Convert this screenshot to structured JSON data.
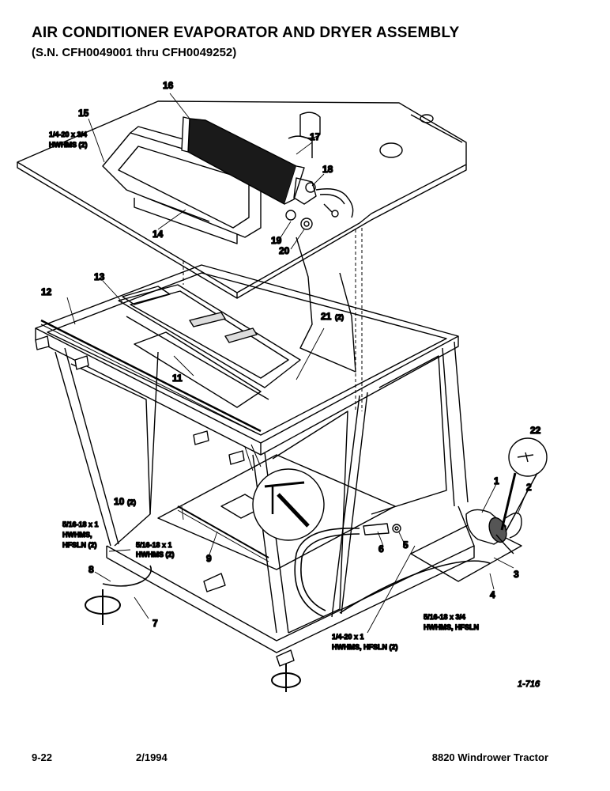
{
  "header": {
    "title": "AIR CONDITIONER EVAPORATOR AND DRYER ASSEMBLY",
    "subtitle": "(S.N. CFH0049001 thru CFH0049252)"
  },
  "callouts": {
    "c1": "1",
    "c2": "2",
    "c3": "3",
    "c4": "4",
    "c5": "5",
    "c6": "6",
    "c7": "7",
    "c8": "8",
    "c9": "9",
    "c10": "10",
    "c10q": "(2)",
    "c11": "11",
    "c12": "12",
    "c13": "13",
    "c14": "14",
    "c15": "15",
    "c16": "16",
    "c17": "17",
    "c18": "18",
    "c19": "19",
    "c20": "20",
    "c21": "21",
    "c21q": "(2)",
    "c22": "22"
  },
  "notes": {
    "n1a": "1/4-20 x 3/4",
    "n1b": "HWHMS (2)",
    "n2a": "5/16-18 x 1",
    "n2b": "HWHMS,",
    "n2c": "HFSLN (2)",
    "n3a": "5/16-18 x 1",
    "n3b": "HWHMS (2)",
    "n4a": "1/4-20 x 1",
    "n4b": "HWHMS, HFSLN (2)",
    "n5a": "5/16-18 x 3/4",
    "n5b": "HWHMS, HFSLN"
  },
  "figure_ref": "1-716",
  "footer": {
    "page": "9-22",
    "date": "2/1994",
    "model": "8820 Windrower Tractor"
  }
}
